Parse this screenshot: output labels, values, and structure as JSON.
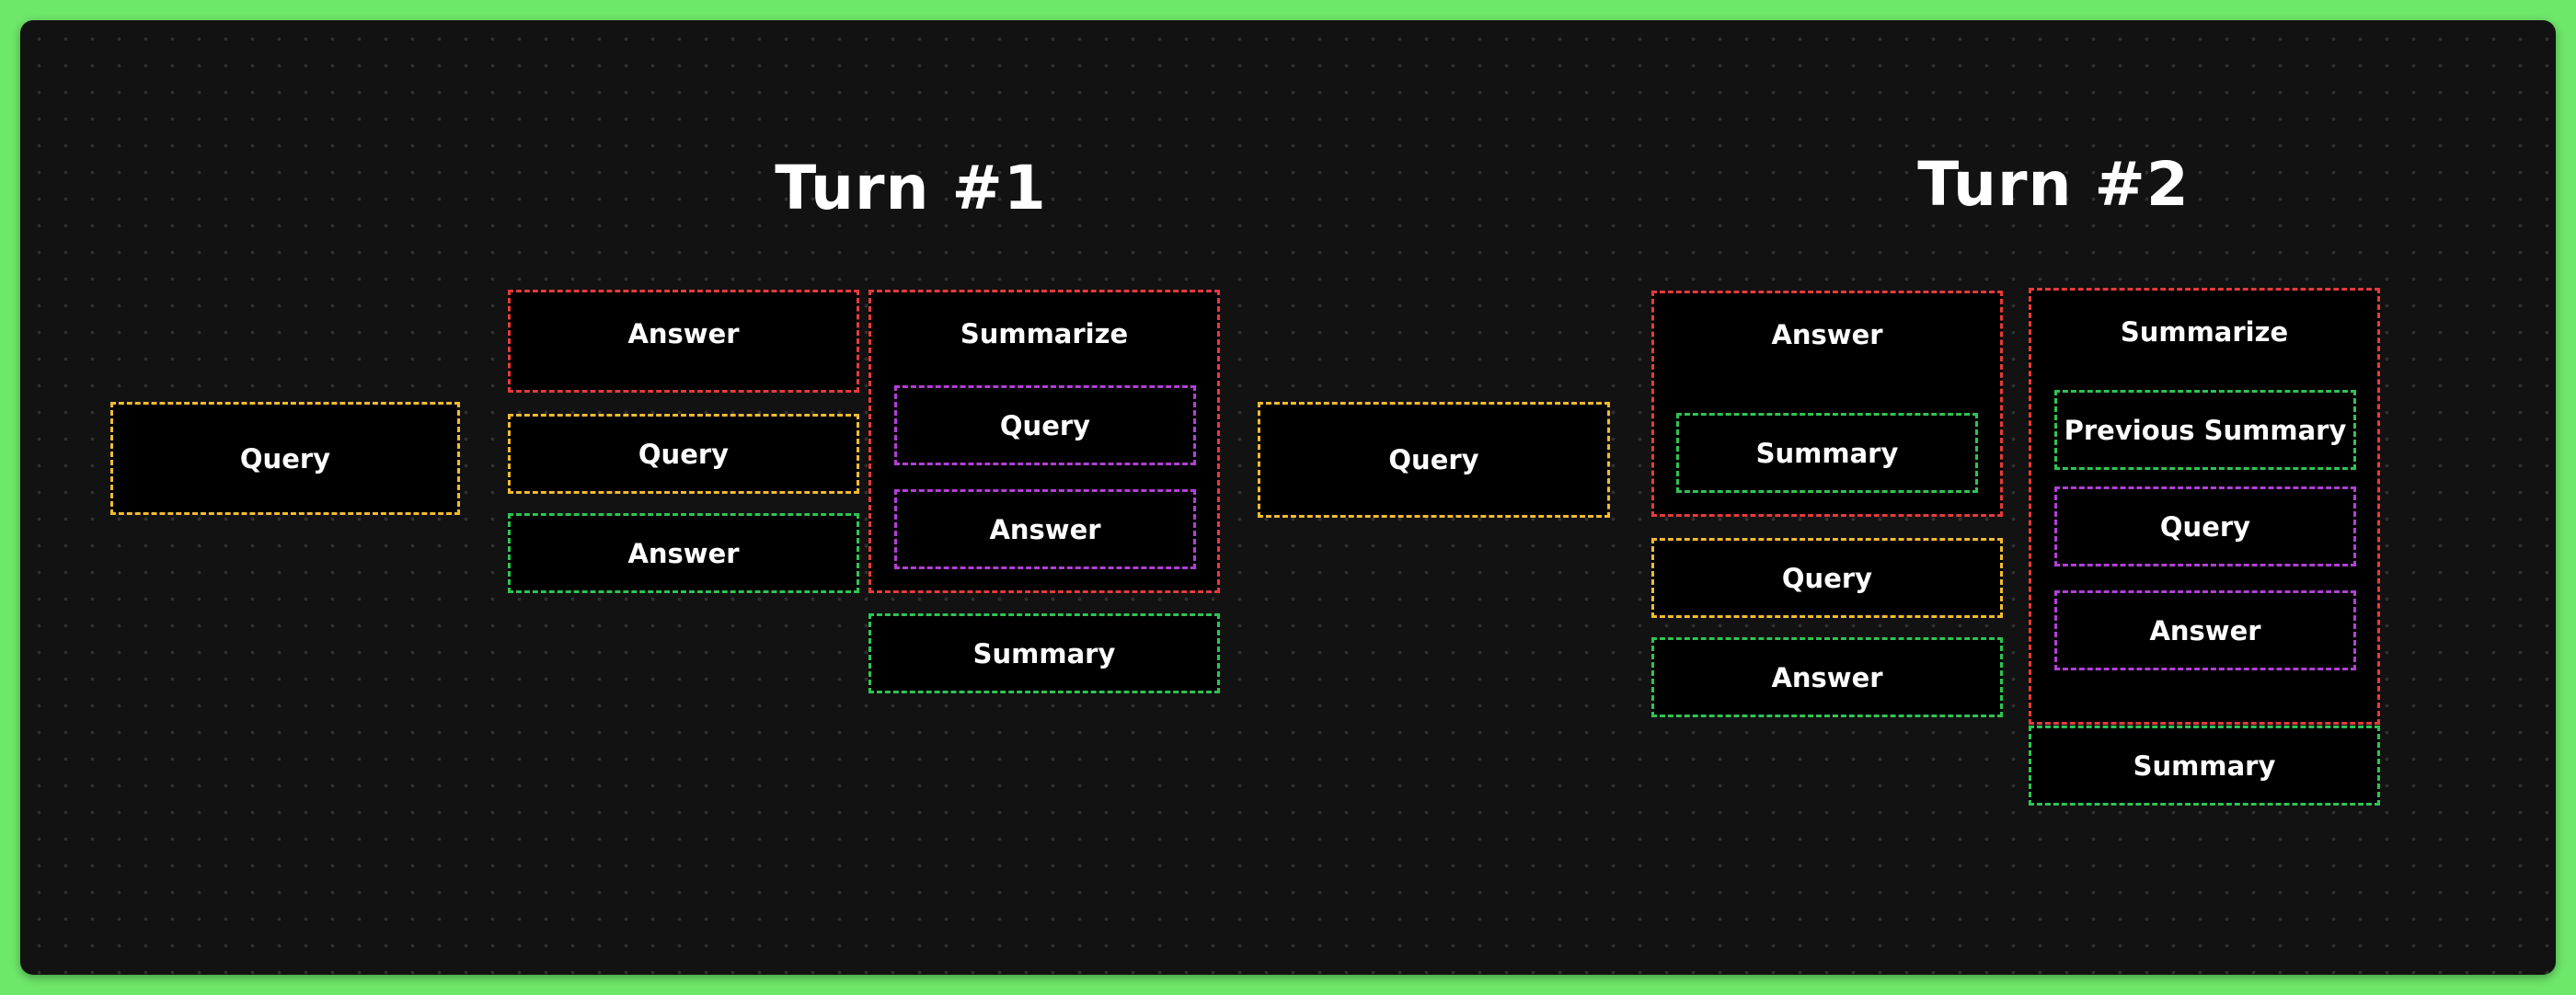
{
  "turn1": {
    "title": "Turn #1",
    "query_input": "Query",
    "answer_step": {
      "label": "Answer",
      "inputs": [
        "Query",
        "Answer"
      ]
    },
    "summarize_step": {
      "label": "Summarize",
      "inputs": [
        "Query",
        "Answer"
      ],
      "output": "Summary"
    }
  },
  "turn2": {
    "title": "Turn #2",
    "query_input": "Query",
    "answer_step": {
      "label": "Answer",
      "context": "Summary",
      "inputs": [
        "Query",
        "Answer"
      ]
    },
    "summarize_step": {
      "label": "Summarize",
      "inputs": [
        "Previous Summary",
        "Query",
        "Answer"
      ],
      "output": "Summary"
    }
  },
  "colors": {
    "background": "#6ee86a",
    "canvas": "#121212",
    "query": "#f2bb2e",
    "step": "#e63a3a",
    "summary_answer": "#2ec453",
    "summarize_input": "#b43ed8"
  }
}
